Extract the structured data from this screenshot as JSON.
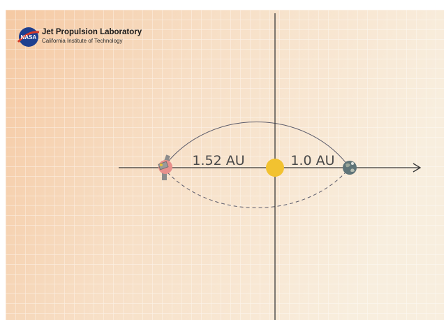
{
  "header": {
    "org_name": "Jet Propulsion Laboratory",
    "org_subtitle": "California Institute of Technology",
    "logo_wordmark": "NASA"
  },
  "diagram": {
    "label_left_distance": "1.52 AU",
    "label_right_distance": "1.0 AU",
    "bodies": [
      "mars-with-spacecraft",
      "sun",
      "earth"
    ],
    "orbit_upper_style": "solid",
    "orbit_lower_style": "dashed"
  },
  "colors": {
    "background_warm": "#f6d9be",
    "background_light": "#f7ecdc",
    "grid_line": "#ffffff",
    "axis": "#3a3a3a",
    "orbit": "#5a5a6a",
    "sun": "#f2c230",
    "mars": "#e8908c",
    "earth": "#5f7478",
    "spacecraft": "#8c8c8c",
    "nasa_blue": "#1d3f8f",
    "nasa_red": "#d43a2a"
  }
}
